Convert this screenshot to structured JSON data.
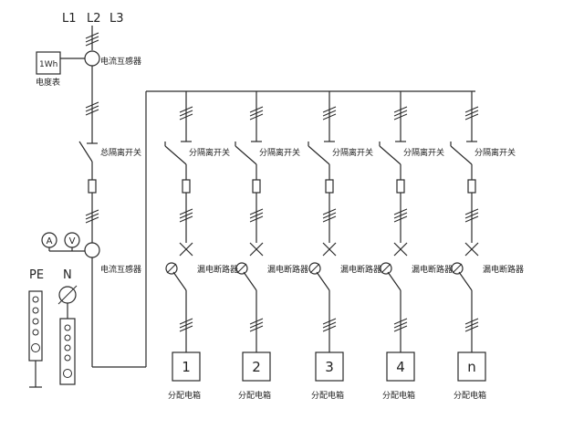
{
  "phases": [
    "L1",
    "L2",
    "L3"
  ],
  "meter": {
    "face": "1Wh",
    "label": "电度表"
  },
  "main": {
    "ct_top": "电流互感器",
    "isolator": "总隔离开关",
    "ct_bottom": "电流互感器",
    "ammeter": "A",
    "voltmeter": "V"
  },
  "ground_bars": {
    "pe": "PE",
    "n": "N"
  },
  "branches": [
    {
      "isolator": "分隔离开关",
      "breaker": "漏电断路器",
      "box_no": "1",
      "box_label": "分配电箱"
    },
    {
      "isolator": "分隔离开关",
      "breaker": "漏电断路器",
      "box_no": "2",
      "box_label": "分配电箱"
    },
    {
      "isolator": "分隔离开关",
      "breaker": "漏电断路器",
      "box_no": "3",
      "box_label": "分配电箱"
    },
    {
      "isolator": "分隔离开关",
      "breaker": "漏电断路器",
      "box_no": "4",
      "box_label": "分配电箱"
    },
    {
      "isolator": "分隔离开关",
      "breaker": "漏电断路器",
      "box_no": "n",
      "box_label": "分配电箱"
    }
  ]
}
